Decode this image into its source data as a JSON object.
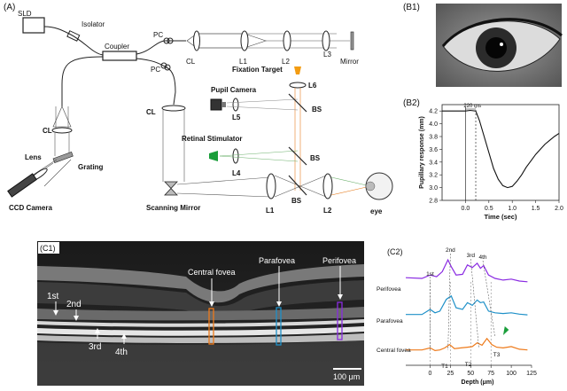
{
  "panel_a": {
    "tag": "(A)",
    "sld": "SLD",
    "isolator": "Isolator",
    "coupler": "Coupler",
    "pc_top": "PC",
    "pc_bottom": "PC",
    "cl_ref": "CL",
    "l1_ref": "L1",
    "l2_ref": "L2",
    "l3_ref": "L3",
    "mirror": "Mirror",
    "fixation_target": "Fixation Target",
    "l6": "L6",
    "pupil_camera": "Pupil Camera",
    "l5": "L5",
    "bs_top": "BS",
    "cl_sample": "CL",
    "retinal_stimulator": "Retinal Stimulator",
    "l4": "L4",
    "bs_mid": "BS",
    "cl_spec": "CL",
    "lens": "Lens",
    "grating": "Grating",
    "ccd_camera": "CCD Camera",
    "scanning_mirror": "Scanning Mirror",
    "l1_sample": "L1",
    "bs_bottom": "BS",
    "l2_sample": "L2",
    "eye": "eye"
  },
  "panel_b1": {
    "tag": "(B1)"
  },
  "panel_b2": {
    "tag": "(B2)",
    "annotation": "220 ms",
    "chart_data": {
      "type": "line",
      "xlabel": "Time (sec)",
      "ylabel": "Pupillary response (mm)",
      "xlim": [
        -0.5,
        2.0
      ],
      "ylim": [
        2.8,
        4.3
      ],
      "x_ticks": [
        "0.0",
        "0.5",
        "1.0",
        "1.5",
        "2.0"
      ],
      "y_ticks": [
        "2.8",
        "3.0",
        "3.2",
        "3.4",
        "3.6",
        "3.8",
        "4.0",
        "4.2"
      ],
      "series": [
        {
          "x": [
            -0.5,
            -0.2,
            0.0,
            0.1,
            0.22,
            0.3,
            0.4,
            0.5,
            0.6,
            0.7,
            0.8,
            0.9,
            1.0,
            1.1,
            1.2,
            1.3,
            1.4,
            1.5,
            1.6,
            1.7,
            1.8,
            1.9,
            2.0
          ],
          "y": [
            4.2,
            4.2,
            4.2,
            4.21,
            4.2,
            4.05,
            3.8,
            3.55,
            3.3,
            3.13,
            3.03,
            3.0,
            3.02,
            3.1,
            3.2,
            3.32,
            3.42,
            3.52,
            3.6,
            3.68,
            3.74,
            3.8,
            3.85
          ]
        }
      ],
      "vlines": [
        0.0,
        0.22
      ]
    }
  },
  "panel_c1": {
    "tag": "(C1)",
    "central_fovea": "Central fovea",
    "parafovea": "Parafovea",
    "perifovea": "Perifovea",
    "first": "1st",
    "second": "2nd",
    "third": "3rd",
    "fourth": "4th",
    "scale_bar": "100 μm"
  },
  "panel_c2": {
    "tag": "(C2)",
    "peak_1st": "1st",
    "peak_2nd": "2nd",
    "peak_3rd": "3rd",
    "peak_4th": "4th",
    "t1": "T1",
    "t2": "T2",
    "t3": "T3",
    "colors": {
      "perifovea": "#8a2be2",
      "parafovea": "#1e90c8",
      "central": "#ee7a1a"
    },
    "chart_data": {
      "type": "line",
      "xlabel": "Depth (μm)",
      "x_ticks": [
        "0",
        "25",
        "50",
        "75",
        "100",
        "125"
      ],
      "xlim": [
        -30,
        125
      ],
      "series": [
        {
          "name": "Perifovea",
          "x": [
            -30,
            -10,
            0,
            8,
            15,
            22,
            26,
            32,
            40,
            46,
            52,
            58,
            62,
            66,
            72,
            80,
            90,
            100,
            110,
            120
          ],
          "y": [
            0.52,
            0.5,
            0.6,
            0.55,
            0.7,
            1.05,
            0.85,
            0.6,
            0.62,
            0.9,
            0.82,
            0.95,
            0.8,
            0.88,
            0.6,
            0.5,
            0.45,
            0.48,
            0.42,
            0.4
          ]
        },
        {
          "name": "Parafovea",
          "x": [
            -30,
            -10,
            0,
            6,
            12,
            20,
            26,
            32,
            40,
            46,
            52,
            58,
            62,
            66,
            72,
            80,
            90,
            100,
            110,
            120
          ],
          "y": [
            0.35,
            0.35,
            0.5,
            0.4,
            0.45,
            0.8,
            0.9,
            0.55,
            0.5,
            0.7,
            0.62,
            0.78,
            0.7,
            0.72,
            0.45,
            0.4,
            0.38,
            0.4,
            0.36,
            0.34
          ]
        },
        {
          "name": "Central fovea",
          "x": [
            -30,
            -10,
            0,
            6,
            12,
            18,
            24,
            30,
            38,
            46,
            52,
            58,
            64,
            70,
            76,
            82,
            90,
            100,
            110,
            120
          ],
          "y": [
            0.14,
            0.14,
            0.2,
            0.12,
            0.14,
            0.2,
            0.3,
            0.18,
            0.2,
            0.22,
            0.24,
            0.35,
            0.28,
            0.48,
            0.3,
            0.22,
            0.2,
            0.24,
            0.16,
            0.14
          ]
        }
      ]
    }
  }
}
